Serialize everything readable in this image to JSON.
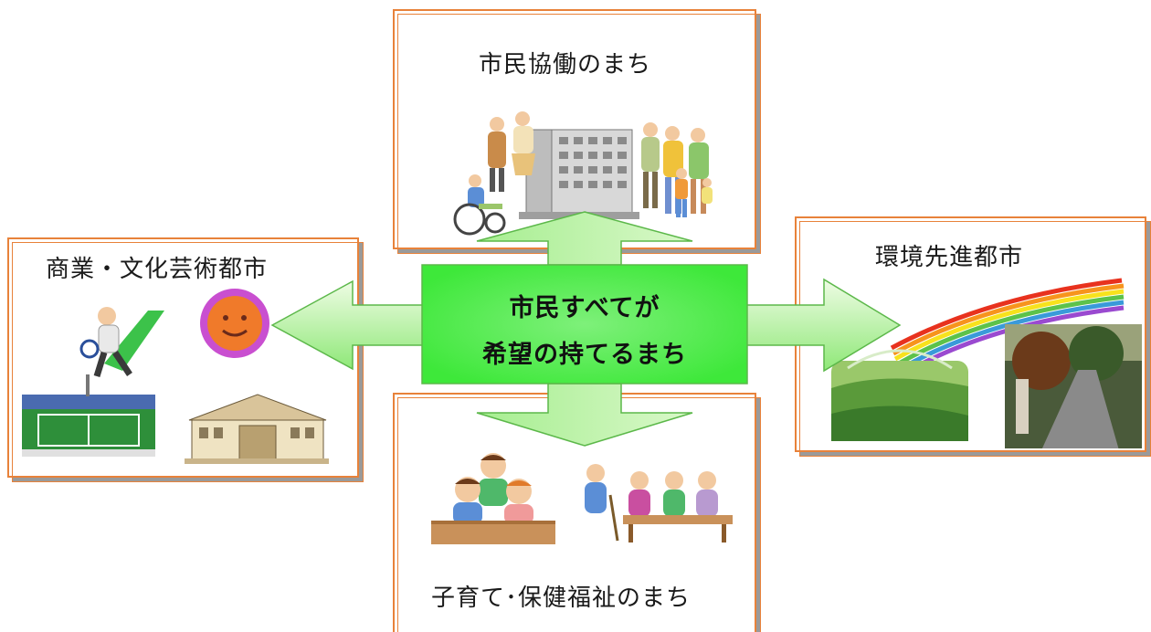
{
  "center": {
    "line1": "市民すべてが",
    "line2": "希望の持てるまち"
  },
  "boxes": {
    "top": {
      "title": "市民協働のまち"
    },
    "left": {
      "title": "商業・文化芸術都市"
    },
    "right": {
      "title": "環境先進都市"
    },
    "bottom": {
      "title": "子育て･保健福祉のまち"
    }
  },
  "colors": {
    "box_border": "#e8823a",
    "arrow_fill_light": "#e6fbd9",
    "arrow_fill_dark": "#7ce866",
    "arrow_stroke": "#5cb84a",
    "center_fill": "#3ee83a"
  }
}
